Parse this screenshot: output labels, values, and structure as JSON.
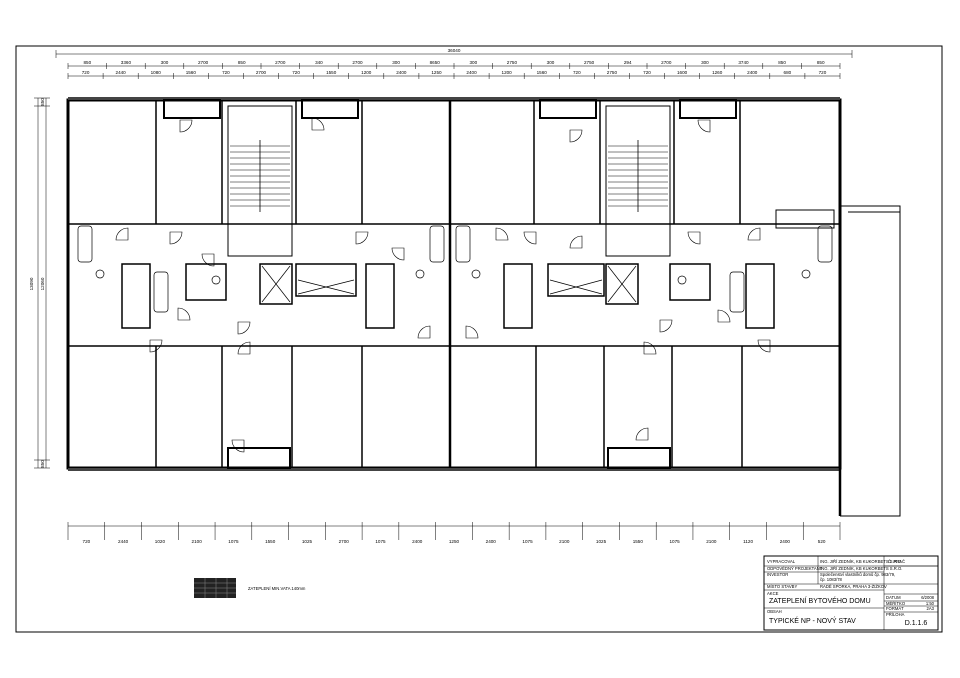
{
  "dimensions": {
    "top_overall": "36040",
    "top_row1": [
      "850",
      "3360",
      "300",
      "2700",
      "850",
      "2700",
      "340",
      "2700",
      "300",
      "8650",
      "300",
      "2750",
      "300",
      "2750",
      "294",
      "2700",
      "300",
      "3740",
      "850",
      "850"
    ],
    "top_row2": [
      "720",
      "2440",
      "1080",
      "1560",
      "720",
      "2700",
      "720",
      "1550",
      "1200",
      "2400",
      "1250",
      "2400",
      "1200",
      "1560",
      "720",
      "2750",
      "720",
      "1600",
      "1260",
      "2400",
      "680",
      "720"
    ],
    "left_overall": "13090",
    "left_inner": "12060",
    "left_small": [
      "850",
      "850"
    ],
    "bottom": [
      "720",
      "2440",
      "1020",
      "2100",
      "1075",
      "1550",
      "1025",
      "2700",
      "1075",
      "2400",
      "1250",
      "2400",
      "1075",
      "2100",
      "1025",
      "1550",
      "1075",
      "2100",
      "1120",
      "2400",
      "520"
    ]
  },
  "legend": {
    "label": "ZATEPLENÍ MIN.VATA 140mm"
  },
  "title_block": {
    "rows_left": [
      {
        "label": "VYPRACOVAL",
        "value": "ING. JIŘÍ ZEDNÍK, KB KUKORBETS S.R.O."
      },
      {
        "label": "ODPOVĚDNÝ PROJEKTANT",
        "value": "ING. JIŘÍ ZEDNÍK, KB KUKORBETS S.R.O."
      },
      {
        "label": "INVESTOR",
        "value": "Společenství vlastníků domů čp. 983/79,"
      },
      {
        "label": "",
        "value": "čp. 1083/78"
      },
      {
        "label": "MÍSTO STAVBY",
        "value": "RADĚ SPORKA, PRAHA 3-ŽIŽKOV"
      }
    ],
    "sign": "Č. PRAČ",
    "akce_label": "AKCE",
    "akce": "ZATEPLENÍ BYTOVÉHO DOMU",
    "obsah_label": "OBSAH",
    "obsah": "TYPICKÉ NP - NOVÝ STAV",
    "meta": [
      {
        "label": "DATUM",
        "value": "6/2008"
      },
      {
        "label": "MĚŘÍTKO",
        "value": "1:50"
      },
      {
        "label": "FORMÁT",
        "value": "2A3"
      },
      {
        "label": "PŘÍLOHA",
        "value": ""
      }
    ],
    "number": "D.1.1.6"
  }
}
